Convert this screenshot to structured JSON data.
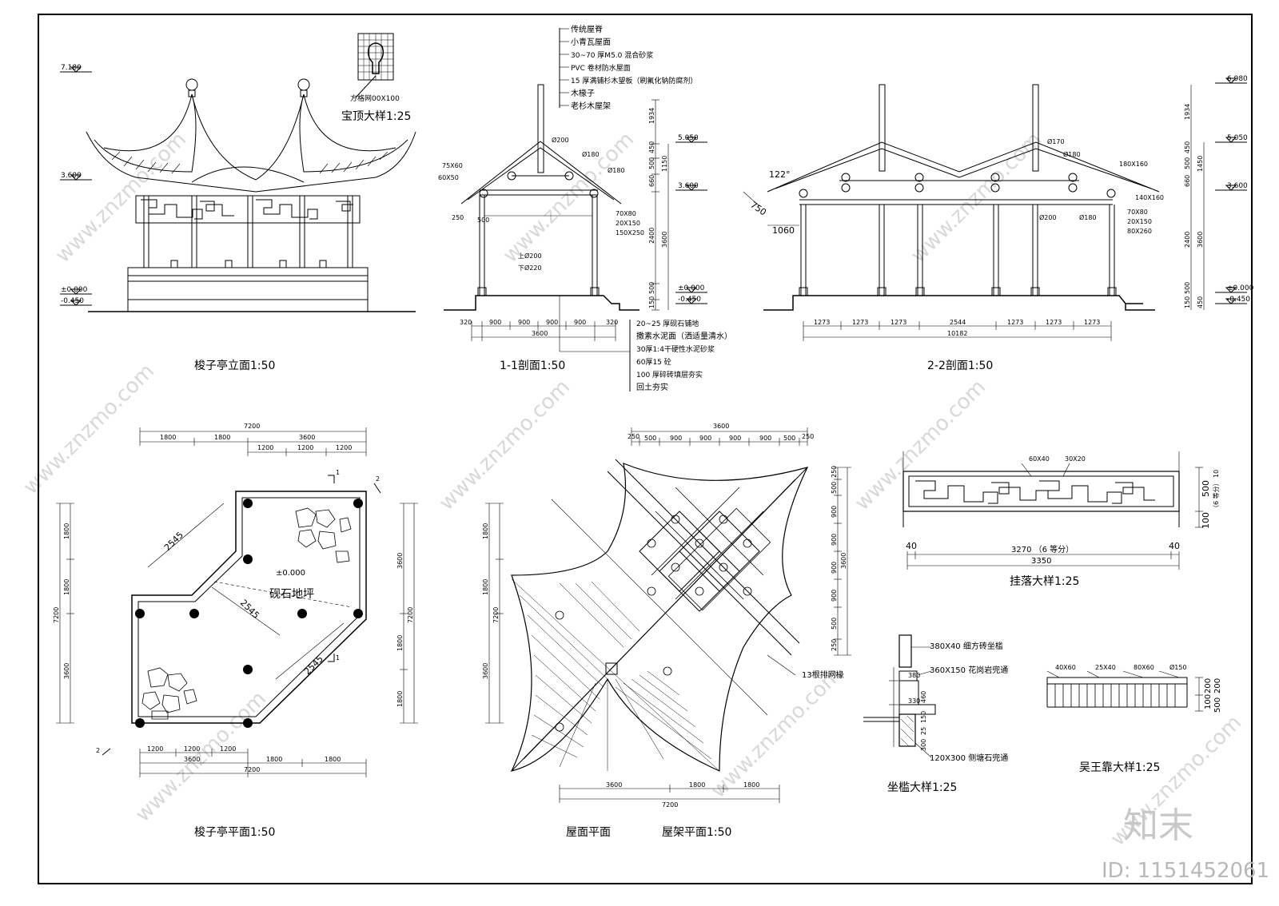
{
  "drawing": {
    "titles": {
      "elevation": "梭子亭立面1:50",
      "section11": "1-1剖面1:50",
      "section22": "2-2剖面1:50",
      "baoding": "宝顶大样1:25",
      "plan": "梭子亭平面1:50",
      "roof_plan": "屋面平面",
      "frame_plan": "屋架平面1:50",
      "gualuo": "挂落大样1:25",
      "zuokan": "坐槛大样1:25",
      "wuwangkao": "吴王靠大样1:25"
    },
    "roof_layers": [
      "传统屋脊",
      "小青瓦屋面",
      "30~70 厚M5.0 混合砂浆",
      "PVC 卷材防水屋面",
      "15 厚满铺杉木望板（刷氟化钠防腐剂）",
      "木椽子",
      "老杉木屋架"
    ],
    "floor_layers": [
      "20~25 厚砚石铺地",
      "撒素水泥面（洒适量清水）",
      "30厚1:4干硬性水泥砂浆",
      "60厚15 砼",
      "100 厚碎砖填层夯实",
      "回土夯实"
    ],
    "elevation_levels": [
      "7.180",
      "3.600",
      "±0.000",
      "-0.450"
    ],
    "section11": {
      "members": [
        "Ø200",
        "Ø180",
        "Ø180",
        "75X60",
        "60X50",
        "70X80",
        "20X150",
        "150X250"
      ],
      "levels": [
        "5.050",
        "3.600",
        "±0.000",
        "-0.450"
      ],
      "vdims": [
        "1934",
        "450",
        "500",
        "660",
        "2400",
        "500",
        "150",
        "1150",
        "3600"
      ],
      "hdims": [
        "320",
        "900",
        "900",
        "900",
        "900",
        "320"
      ],
      "total": "3600",
      "col_top": "上Ø200",
      "col_bottom": "下Ø220",
      "side_dim_a": "250",
      "side_dim_b": "500"
    },
    "section22": {
      "angle": "122°",
      "eave_dim": "750",
      "height_dim": "1060",
      "members": [
        "Ø170",
        "Ø180",
        "180X160",
        "140X160",
        "Ø200",
        "Ø180",
        "70X80",
        "20X150",
        "80X260"
      ],
      "levels": [
        "6.980",
        "5.050",
        "3.600",
        "±0.000",
        "-0.450"
      ],
      "vdims": [
        "1934",
        "450",
        "500",
        "660",
        "2400",
        "500",
        "150",
        "1450",
        "3600",
        "450"
      ],
      "hdims": [
        "1273",
        "1273",
        "1273",
        "2544",
        "1273",
        "1273",
        "1273"
      ],
      "total": "10182"
    },
    "baoding": {
      "label": "方格网00X100"
    },
    "plan": {
      "top_dims": [
        "1800",
        "1800",
        "3600"
      ],
      "top_sub": [
        "1200",
        "1200",
        "1200"
      ],
      "top_total": "7200",
      "bottom_dims": [
        "1200",
        "1200",
        "1200",
        "1800",
        "1800"
      ],
      "bottom_mid": "3600",
      "bottom_total": "7200",
      "left_dims": [
        "1800",
        "1800",
        "3600"
      ],
      "left_total": "7200",
      "right_dims": [
        "3600",
        "1800",
        "1800"
      ],
      "right_total": "7200",
      "diag": [
        "2545",
        "2545",
        "2545"
      ],
      "level": "±0.000",
      "floor_label": "砚石地坪",
      "sec_marks": [
        "1",
        "1",
        "2",
        "2"
      ]
    },
    "roof": {
      "top_dims": [
        "250",
        "500",
        "900",
        "900",
        "900",
        "900",
        "500",
        "250"
      ],
      "top_total": "3600",
      "right_dims": [
        "250",
        "500",
        "900",
        "900",
        "900",
        "900",
        "500",
        "250"
      ],
      "right_total": "3600",
      "left_dims": [
        "1800",
        "1800",
        "3600"
      ],
      "left_total": "7200",
      "bottom_dims": [
        "3600",
        "1800",
        "1800"
      ],
      "bottom_total": "7200",
      "rafter_note": "13根排网椽"
    },
    "gualuo": {
      "members": [
        "60X40",
        "30X20"
      ],
      "left": "40",
      "right": "40",
      "span": "3270 （6 等分）",
      "total": "3350",
      "h1": "500",
      "h2": "100",
      "note": "（6 等分）",
      "ten": "10"
    },
    "zuokan": {
      "labels": [
        "380X40 细方砖坐槛",
        "360X150 花岗岩兜通",
        "120X300 侧塘石兜通"
      ],
      "dims": [
        "380",
        "330",
        "460",
        "150",
        "25",
        "300"
      ]
    },
    "wuwangkao": {
      "members": [
        "40X60",
        "25X40",
        "80X60",
        "Ø150"
      ],
      "dims": [
        "200",
        "100",
        "200",
        "500"
      ]
    },
    "stamp": {
      "brand": "知末",
      "id": "ID: 1151452061"
    },
    "watermark": "www.znzmo.com"
  }
}
